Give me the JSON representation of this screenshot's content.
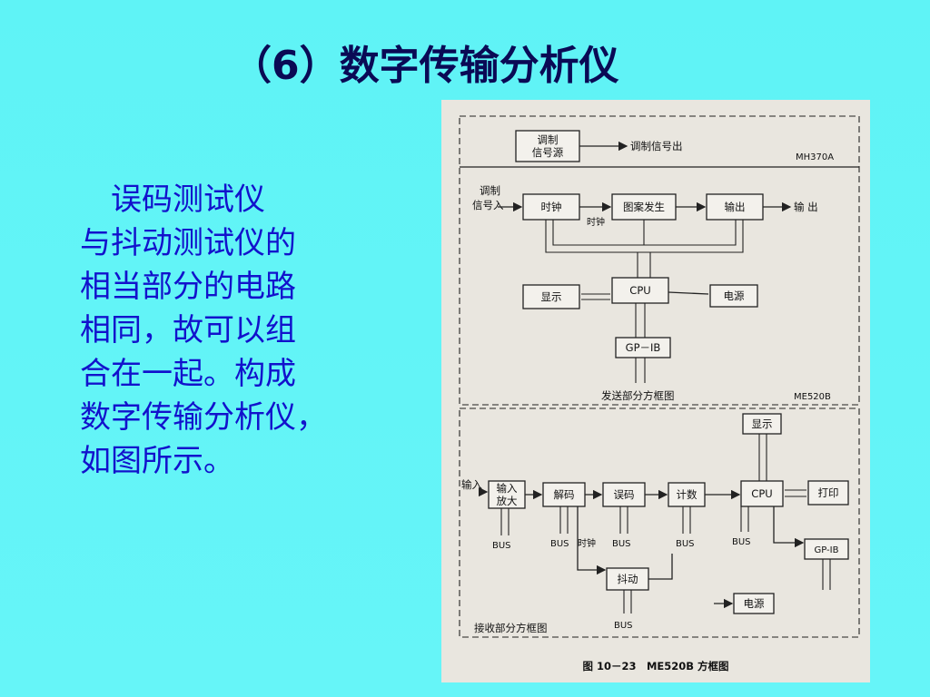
{
  "slide": {
    "title": "（6）数字传输分析仪",
    "paragraph_lines": [
      "　误码测试仪",
      "与抖动测试仪的",
      "相当部分的电路",
      "相同，故可以组",
      "合在一起。构成",
      "数字传输分析仪，",
      "如图所示。"
    ]
  },
  "figure": {
    "top_section": {
      "mod_source": "调制信号源",
      "mod_source_line1": "调制",
      "mod_source_line2": "信号源",
      "mod_out": "调制信号出",
      "mh_label": "MH370A",
      "mod_in_line1": "调制",
      "mod_in_line2": "信号入",
      "clock": "时钟",
      "pattern": "图案发生",
      "clock2": "时钟",
      "output": "输出",
      "out_arrow": "输 出",
      "cpu": "CPU",
      "display": "显示",
      "power": "电源",
      "gpib": "GP－IB",
      "caption": "发送部分方框图",
      "me_label": "ME520B"
    },
    "bottom_section": {
      "display": "显示",
      "input": "输入",
      "amp_line1": "输入",
      "amp_line2": "放大",
      "decode": "解码",
      "error": "误码",
      "count": "计数",
      "cpu": "CPU",
      "print": "打印",
      "gpib": "GP-IB",
      "bus1": "BUS",
      "bus2": "BUS",
      "clock": "时钟",
      "bus3": "BUS",
      "bus4": "BUS",
      "bus5": "BUS",
      "jitter": "抖动",
      "power": "电源",
      "bus6": "BUS",
      "caption": "接收部分方框图"
    },
    "figure_caption": "图 10－23　ME520B 方框图"
  }
}
